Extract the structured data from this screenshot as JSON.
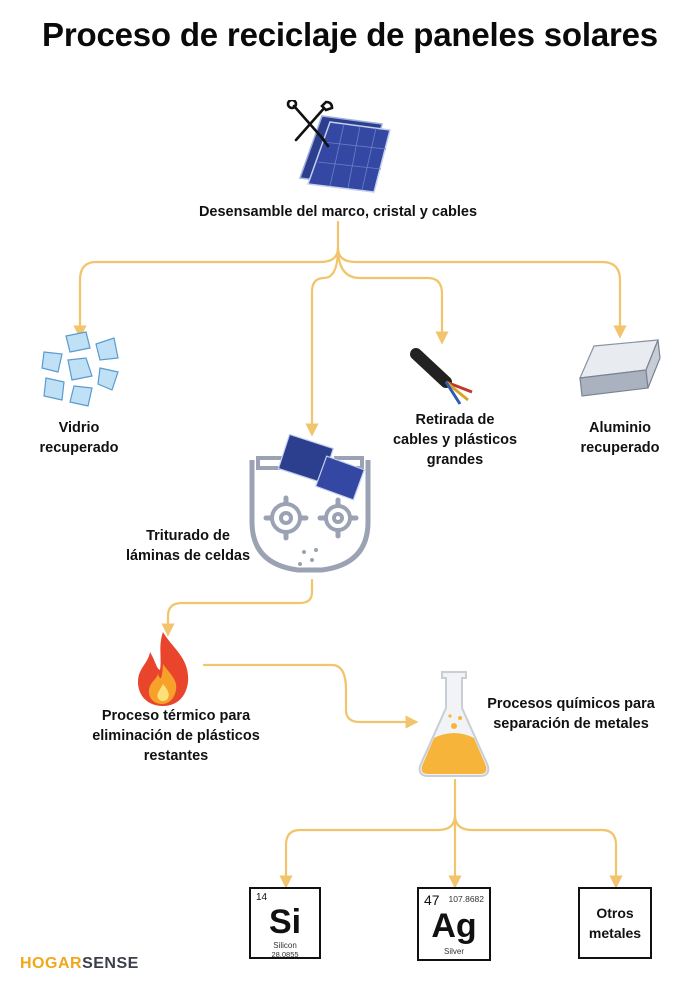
{
  "title": "Proceso de reciclaje de paneles solares",
  "steps": {
    "disassembly": "Desensamble del marco, cristal y cables",
    "glass": [
      "Vidrio",
      "recuperado"
    ],
    "cables": [
      "Retirada de",
      "cables y plásticos",
      "grandes"
    ],
    "aluminum": [
      "Aluminio",
      "recuperado"
    ],
    "shredding": [
      "Triturado de",
      "láminas de celdas"
    ],
    "thermal": [
      "Proceso térmico para",
      "eliminación de plásticos",
      "restantes"
    ],
    "chemical": [
      "Procesos químicos para",
      "separación de metales"
    ]
  },
  "elements": {
    "silicon": {
      "number": "14",
      "symbol": "Si",
      "name": "Silicon",
      "mass": "28.0855"
    },
    "silver": {
      "number": "47",
      "symbol": "Ag",
      "name": "Silver",
      "mass": "107.8682"
    },
    "other": [
      "Otros",
      "metales"
    ]
  },
  "brand": {
    "part1": "HOGAR",
    "part2": "SENSE"
  },
  "colors": {
    "arrow": "#f2c46b",
    "brand_orange": "#f2a71b",
    "brand_dark": "#3a3f4a",
    "panel_blue": "#2c3f8f",
    "flask_liquid": "#f6b53a"
  },
  "icons": [
    "tools-icon",
    "solar-panel-icon",
    "glass-shards-icon",
    "cable-icon",
    "aluminum-ingot-icon",
    "shredder-icon",
    "fire-icon",
    "flask-icon"
  ]
}
